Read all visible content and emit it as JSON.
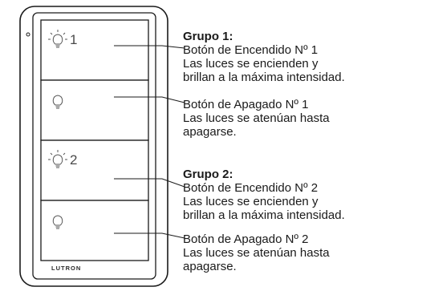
{
  "device": {
    "brand": "LUTRON",
    "buttons": [
      {
        "number": "1",
        "icon": "bulb-on-icon"
      },
      {
        "number": "",
        "icon": "bulb-off-icon"
      },
      {
        "number": "2",
        "icon": "bulb-on-icon"
      },
      {
        "number": "",
        "icon": "bulb-off-icon"
      }
    ]
  },
  "groups": [
    {
      "title": "Grupo 1:",
      "on": {
        "label": "Botón de Encendido Nº 1",
        "desc1": "Las luces se encienden y",
        "desc2": "brillan a la máxima intensidad."
      },
      "off": {
        "label": "Botón de Apagado Nº 1",
        "desc1": "Las luces se atenúan hasta",
        "desc2": "apagarse."
      }
    },
    {
      "title": "Grupo 2:",
      "on": {
        "label": "Botón de Encendido Nº 2",
        "desc1": "Las luces se encienden y",
        "desc2": "brillan a la máxima intensidad."
      },
      "off": {
        "label": "Botón de Apagado Nº 2",
        "desc1": "Las luces se atenúan hasta",
        "desc2": "apagarse."
      }
    }
  ]
}
